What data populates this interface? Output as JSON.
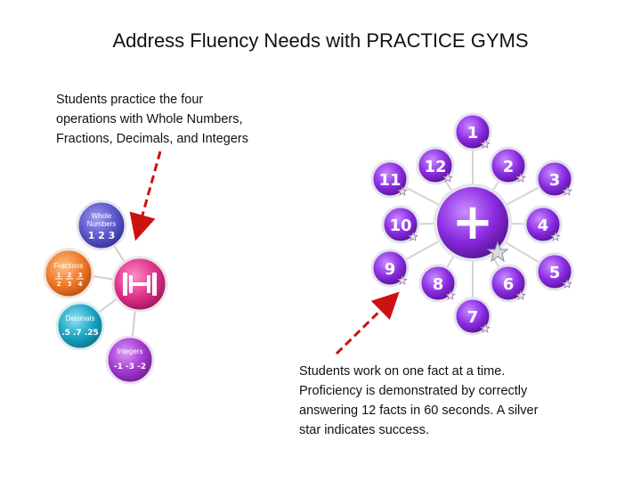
{
  "slide": {
    "title": "Address Fluency Needs with PRACTICE GYMS",
    "note_left": "Students practice the four\noperations with Whole Numbers,\nFractions, Decimals, and Integers",
    "note_right": "Students work on one fact at a time.\nProficiency is demonstrated by correctly\nanswering 12 facts in 60 seconds. A silver\nstar indicates success."
  },
  "gym_menu": {
    "whole_numbers": {
      "line1": "Whole",
      "line2": "Numbers",
      "sample": "1 2 3"
    },
    "fractions": {
      "label": "Fractions"
    },
    "decimals": {
      "label": "Decimals",
      "sample": ".5 .7 .25"
    },
    "integers": {
      "label": "Integers",
      "sample": "-1 -3 -2"
    }
  },
  "fact_wheel": {
    "operator": "+",
    "facts": [
      "1",
      "2",
      "3",
      "4",
      "5",
      "6",
      "7",
      "8",
      "9",
      "10",
      "11",
      "12"
    ]
  },
  "colors": {
    "arrow": "#cc1111",
    "purple": "#8a2be2",
    "whole": "#5b57c9",
    "fractions": "#f07a2a",
    "decimals": "#1aa6c4",
    "integers": "#a53bd1",
    "dumbbell": "#e0338a"
  }
}
